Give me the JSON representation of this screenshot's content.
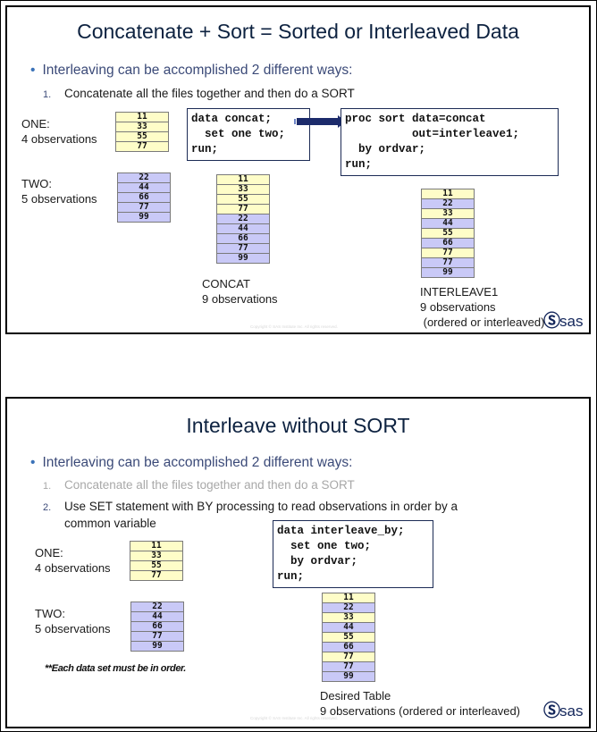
{
  "slides": [
    {
      "title": "Concatenate + Sort = Sorted or Interleaved Data",
      "bullet": "Interleaving can be accomplished 2 different ways:",
      "items": [
        {
          "num": "1.",
          "text": "Concatenate all the files together and then do a SORT"
        }
      ],
      "one_label": {
        "name": "ONE:",
        "count": "4 observations"
      },
      "two_label": {
        "name": "TWO:",
        "count": "5 observations"
      },
      "one_values": [
        "11",
        "33",
        "55",
        "77"
      ],
      "two_values": [
        "22",
        "44",
        "66",
        "77",
        "99"
      ],
      "code_concat": [
        "data concat;",
        "  set one two;",
        "run;"
      ],
      "code_sort": [
        "proc sort data=concat",
        "          out=interleave1;",
        "  by ordvar;",
        "run;"
      ],
      "concat_table": {
        "values": [
          "11",
          "33",
          "55",
          "77",
          "22",
          "44",
          "66",
          "77",
          "99"
        ],
        "sources": [
          "one",
          "one",
          "one",
          "one",
          "two",
          "two",
          "two",
          "two",
          "two"
        ],
        "name": "CONCAT",
        "count": "9 observations"
      },
      "interleave_table": {
        "values": [
          "11",
          "22",
          "33",
          "44",
          "55",
          "66",
          "77",
          "77",
          "99"
        ],
        "sources": [
          "one",
          "two",
          "one",
          "two",
          "one",
          "two",
          "one",
          "two",
          "two"
        ],
        "name": "INTERLEAVE1",
        "count": "9 observations",
        "note": " (ordered or interleaved)"
      },
      "logo": "sas",
      "copyright": "Copyright © SAS Institute Inc. All rights reserved."
    },
    {
      "title": "Interleave without SORT",
      "bullet": "Interleaving can be accomplished 2 different ways:",
      "items": [
        {
          "num": "1.",
          "text": "Concatenate all the files together and then do a SORT"
        },
        {
          "num": "2.",
          "text": "Use SET statement with BY processing to read observations in order by a",
          "text2": "common variable"
        }
      ],
      "one_label": {
        "name": "ONE:",
        "count": "4 observations"
      },
      "two_label": {
        "name": "TWO:",
        "count": "5 observations"
      },
      "one_values": [
        "11",
        "33",
        "55",
        "77"
      ],
      "two_values": [
        "22",
        "44",
        "66",
        "77",
        "99"
      ],
      "note": "**Each data set must be in order.",
      "code_by": [
        "data interleave_by;",
        "  set one two;",
        "  by ordvar;",
        "run;"
      ],
      "desired_table": {
        "values": [
          "11",
          "22",
          "33",
          "44",
          "55",
          "66",
          "77",
          "77",
          "99"
        ],
        "sources": [
          "one",
          "two",
          "one",
          "two",
          "one",
          "two",
          "one",
          "two",
          "two"
        ],
        "name": "Desired Table",
        "count": "9 observations (ordered or interleaved)"
      },
      "logo": "sas",
      "copyright": "Copyright © SAS Institute Inc. All rights reserved."
    }
  ],
  "colors": {
    "dataset_one": "#fefdc8",
    "dataset_two": "#c9c9f7",
    "title": "#0d2240",
    "arrow": "#1c2b6b",
    "code_border": "#1c2b55"
  }
}
